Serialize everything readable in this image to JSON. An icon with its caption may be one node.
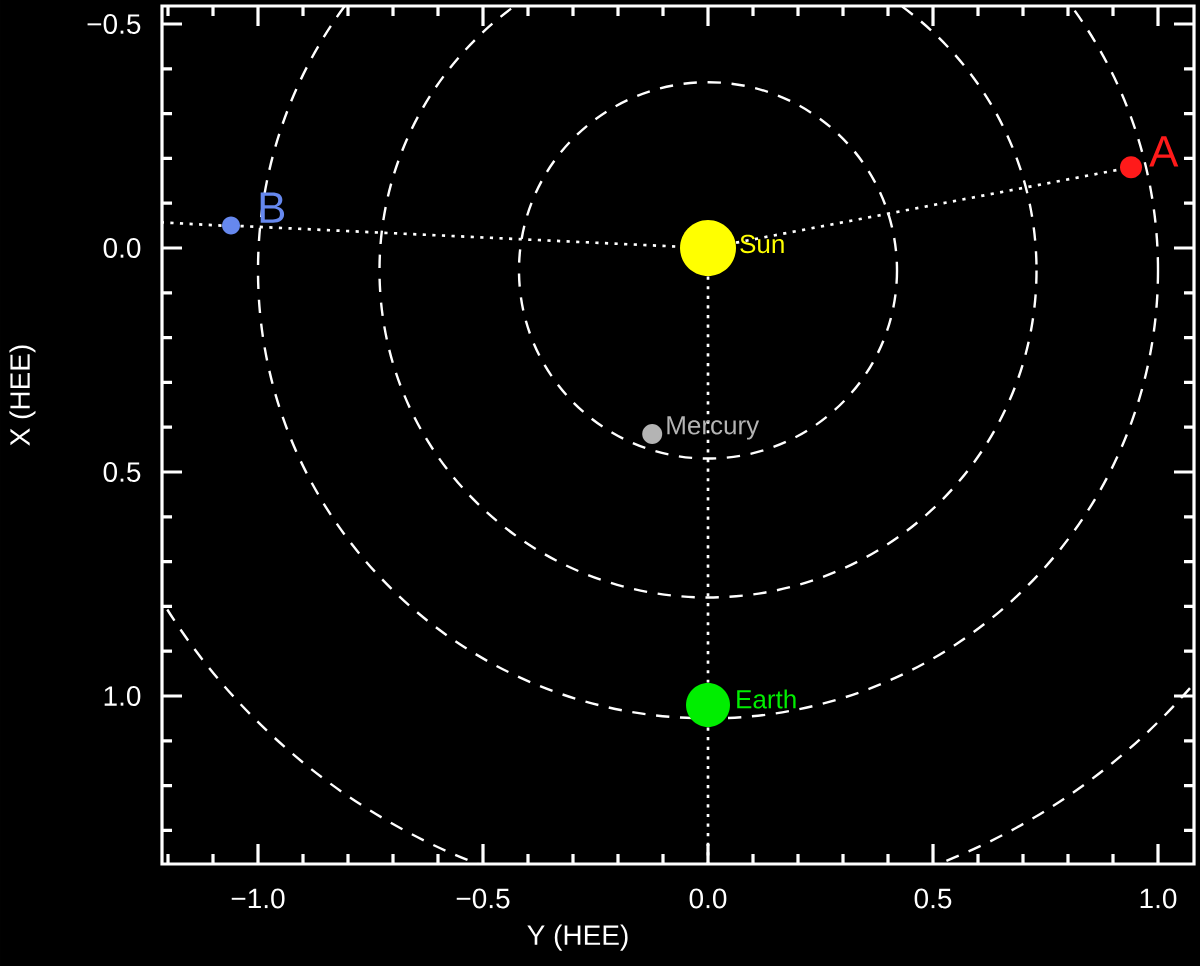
{
  "diagram": {
    "nodes": [
      {
        "text": [],
        "shape": "circle",
        "beside": [
          "A"
        ]
      },
      {
        "text": [],
        "shape": "circle",
        "beside": [
          "B"
        ]
      },
      {
        "text": [],
        "shape": "circle",
        "beside": [
          "Sun"
        ]
      },
      {
        "text": [],
        "shape": "circle",
        "beside": [
          "Mercury"
        ]
      },
      {
        "text": [],
        "shape": "circle",
        "beside": [
          "Earth"
        ]
      }
    ],
    "edges": [
      {
        "from": 1,
        "to": 2,
        "arrow": "none"
      },
      {
        "from": 2,
        "to": 0,
        "arrow": "none"
      },
      {
        "from": 2,
        "to": 4,
        "arrow": "none"
      }
    ],
    "labels": [
      "−0.5",
      "0.0",
      "0.5",
      "1.0",
      "X (HEE)",
      "−1.0",
      "−0.5",
      "0.0",
      "0.5",
      "1.0",
      "Y (HEE)"
    ]
  }
}
